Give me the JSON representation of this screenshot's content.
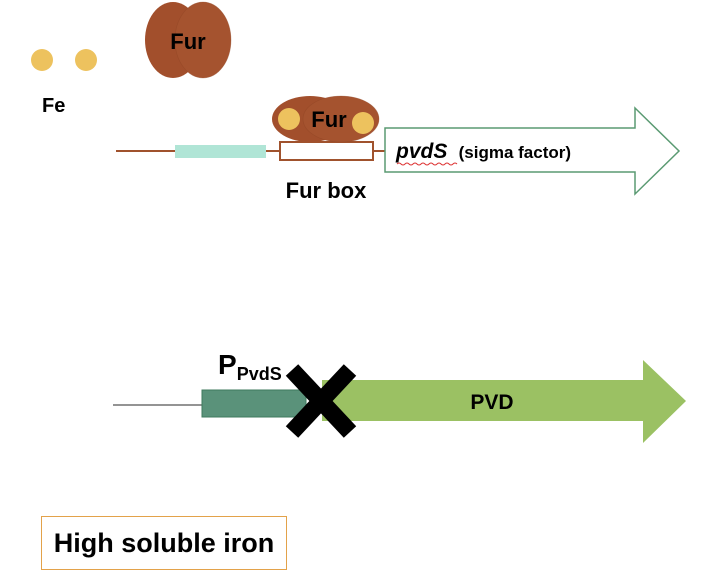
{
  "colors": {
    "fur": "#A24F2C",
    "iron": "#EDC25E",
    "dna_line": "#A0522D",
    "promoter_region": "#B0E5D6",
    "pvds_arrow_border": "#5A9A72",
    "ppvds_box": "#5A927A",
    "pvd_arrow": "#9BC163",
    "block_x": "#000000",
    "legend_border": "#E3A24A"
  },
  "top_panel": {
    "iron_label": "Fe",
    "free_fur_label": "Fur",
    "bound_fur_label": "Fur",
    "fur_box_label": "Fur box",
    "gene_name": "pvdS",
    "gene_description": "(sigma factor)"
  },
  "bottom_panel": {
    "promoter_label_main": "P",
    "promoter_label_sub": "PvdS",
    "gene_label": "PVD",
    "blocked_icon": "x-mark-icon"
  },
  "condition_label": "High soluble iron"
}
